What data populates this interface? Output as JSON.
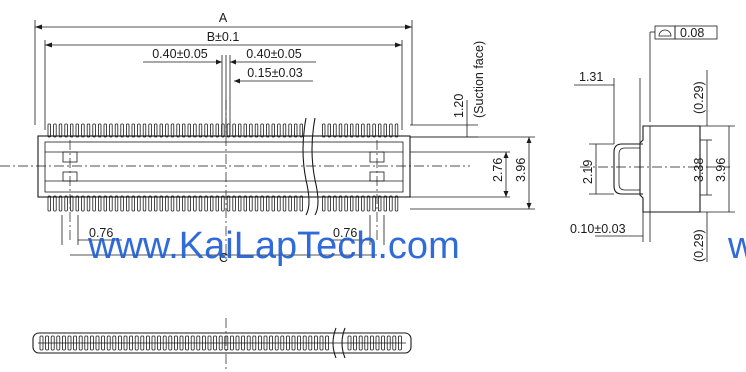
{
  "dimensions": {
    "A": "A",
    "B": "B±0.1",
    "pitch_left": "0.40±0.05",
    "pitch_right": "0.40±0.05",
    "pin_width": "0.15±0.03",
    "height_120": "1.20",
    "suction_face": "(Suction face)",
    "d276": "2.76",
    "d396": "3.96",
    "d076_left": "0.76",
    "d076_right": "0.76",
    "C": "C",
    "side_131": "1.31",
    "side_029_top": "(0.29)",
    "side_219": "2.19",
    "side_338": "3.38",
    "side_396": "3.96",
    "side_010": "0.10±0.03",
    "side_029_bottom": "(0.29)",
    "flatness": "0.08"
  },
  "watermark": {
    "main": "www.KaiLapTech.com",
    "edge": "w"
  },
  "colors": {
    "line": "#1a1a1a",
    "watermark": "#1f5fd6"
  }
}
